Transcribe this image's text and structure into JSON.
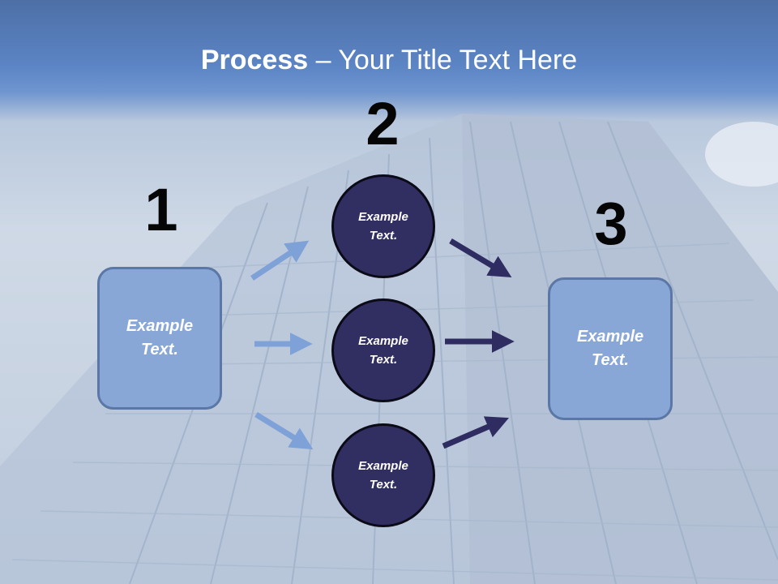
{
  "title": {
    "bold": "Process",
    "rest": " – Your Title Text Here"
  },
  "steps": {
    "one": "1",
    "two": "2",
    "three": "3"
  },
  "boxes": {
    "left": "Example Text.",
    "right": "Example Text."
  },
  "circles": {
    "top": "Example Text.",
    "middle": "Example Text.",
    "bottom": "Example Text."
  },
  "colors": {
    "light_arrow": "#7ea2d8",
    "dark_arrow": "#2f2c62",
    "box_fill": "#88a6d6",
    "circle_fill": "#312f62"
  }
}
